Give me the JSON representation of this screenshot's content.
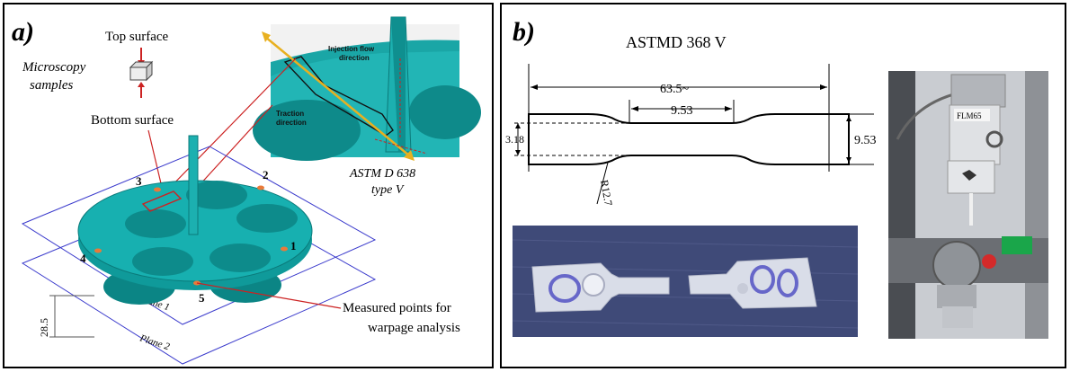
{
  "panel_a": {
    "letter": "a)",
    "top_surface": "Top surface",
    "microscopy_line1": "Microscopy",
    "microscopy_line2": "samples",
    "bottom_surface": "Bottom surface",
    "injection_flow_line1": "Injection flow",
    "injection_flow_line2": "direction",
    "traction_line1": "Traction",
    "traction_line2": "direction",
    "astm_line1": "ASTM D 638",
    "astm_line2": "type V",
    "point_labels": [
      "1",
      "2",
      "3",
      "4",
      "5"
    ],
    "measured_line1": "Measured points for",
    "measured_line2": "warpage analysis",
    "plane1": "Plane 1",
    "plane2": "Plane 2",
    "offset_value": "28.5",
    "colors": {
      "part": "#13a3a3",
      "part_dark": "#0b7a7a",
      "plane": "#3a3acc",
      "marker": "#cc2222",
      "point": "#e87a3a",
      "arrow": "#e8b020"
    }
  },
  "panel_b": {
    "letter": "b)",
    "title": "ASTMD 368 V",
    "dim_overall": "63.5~",
    "dim_gauge": "9.53",
    "dim_width": "9.53",
    "dim_narrow": "3.18",
    "dim_radius": "R12.7",
    "specimen_tag": "FLM65",
    "colors": {
      "cloth": "#3f4a78",
      "specimen": "#d9dde8",
      "stain": "#4a4ac0"
    }
  }
}
